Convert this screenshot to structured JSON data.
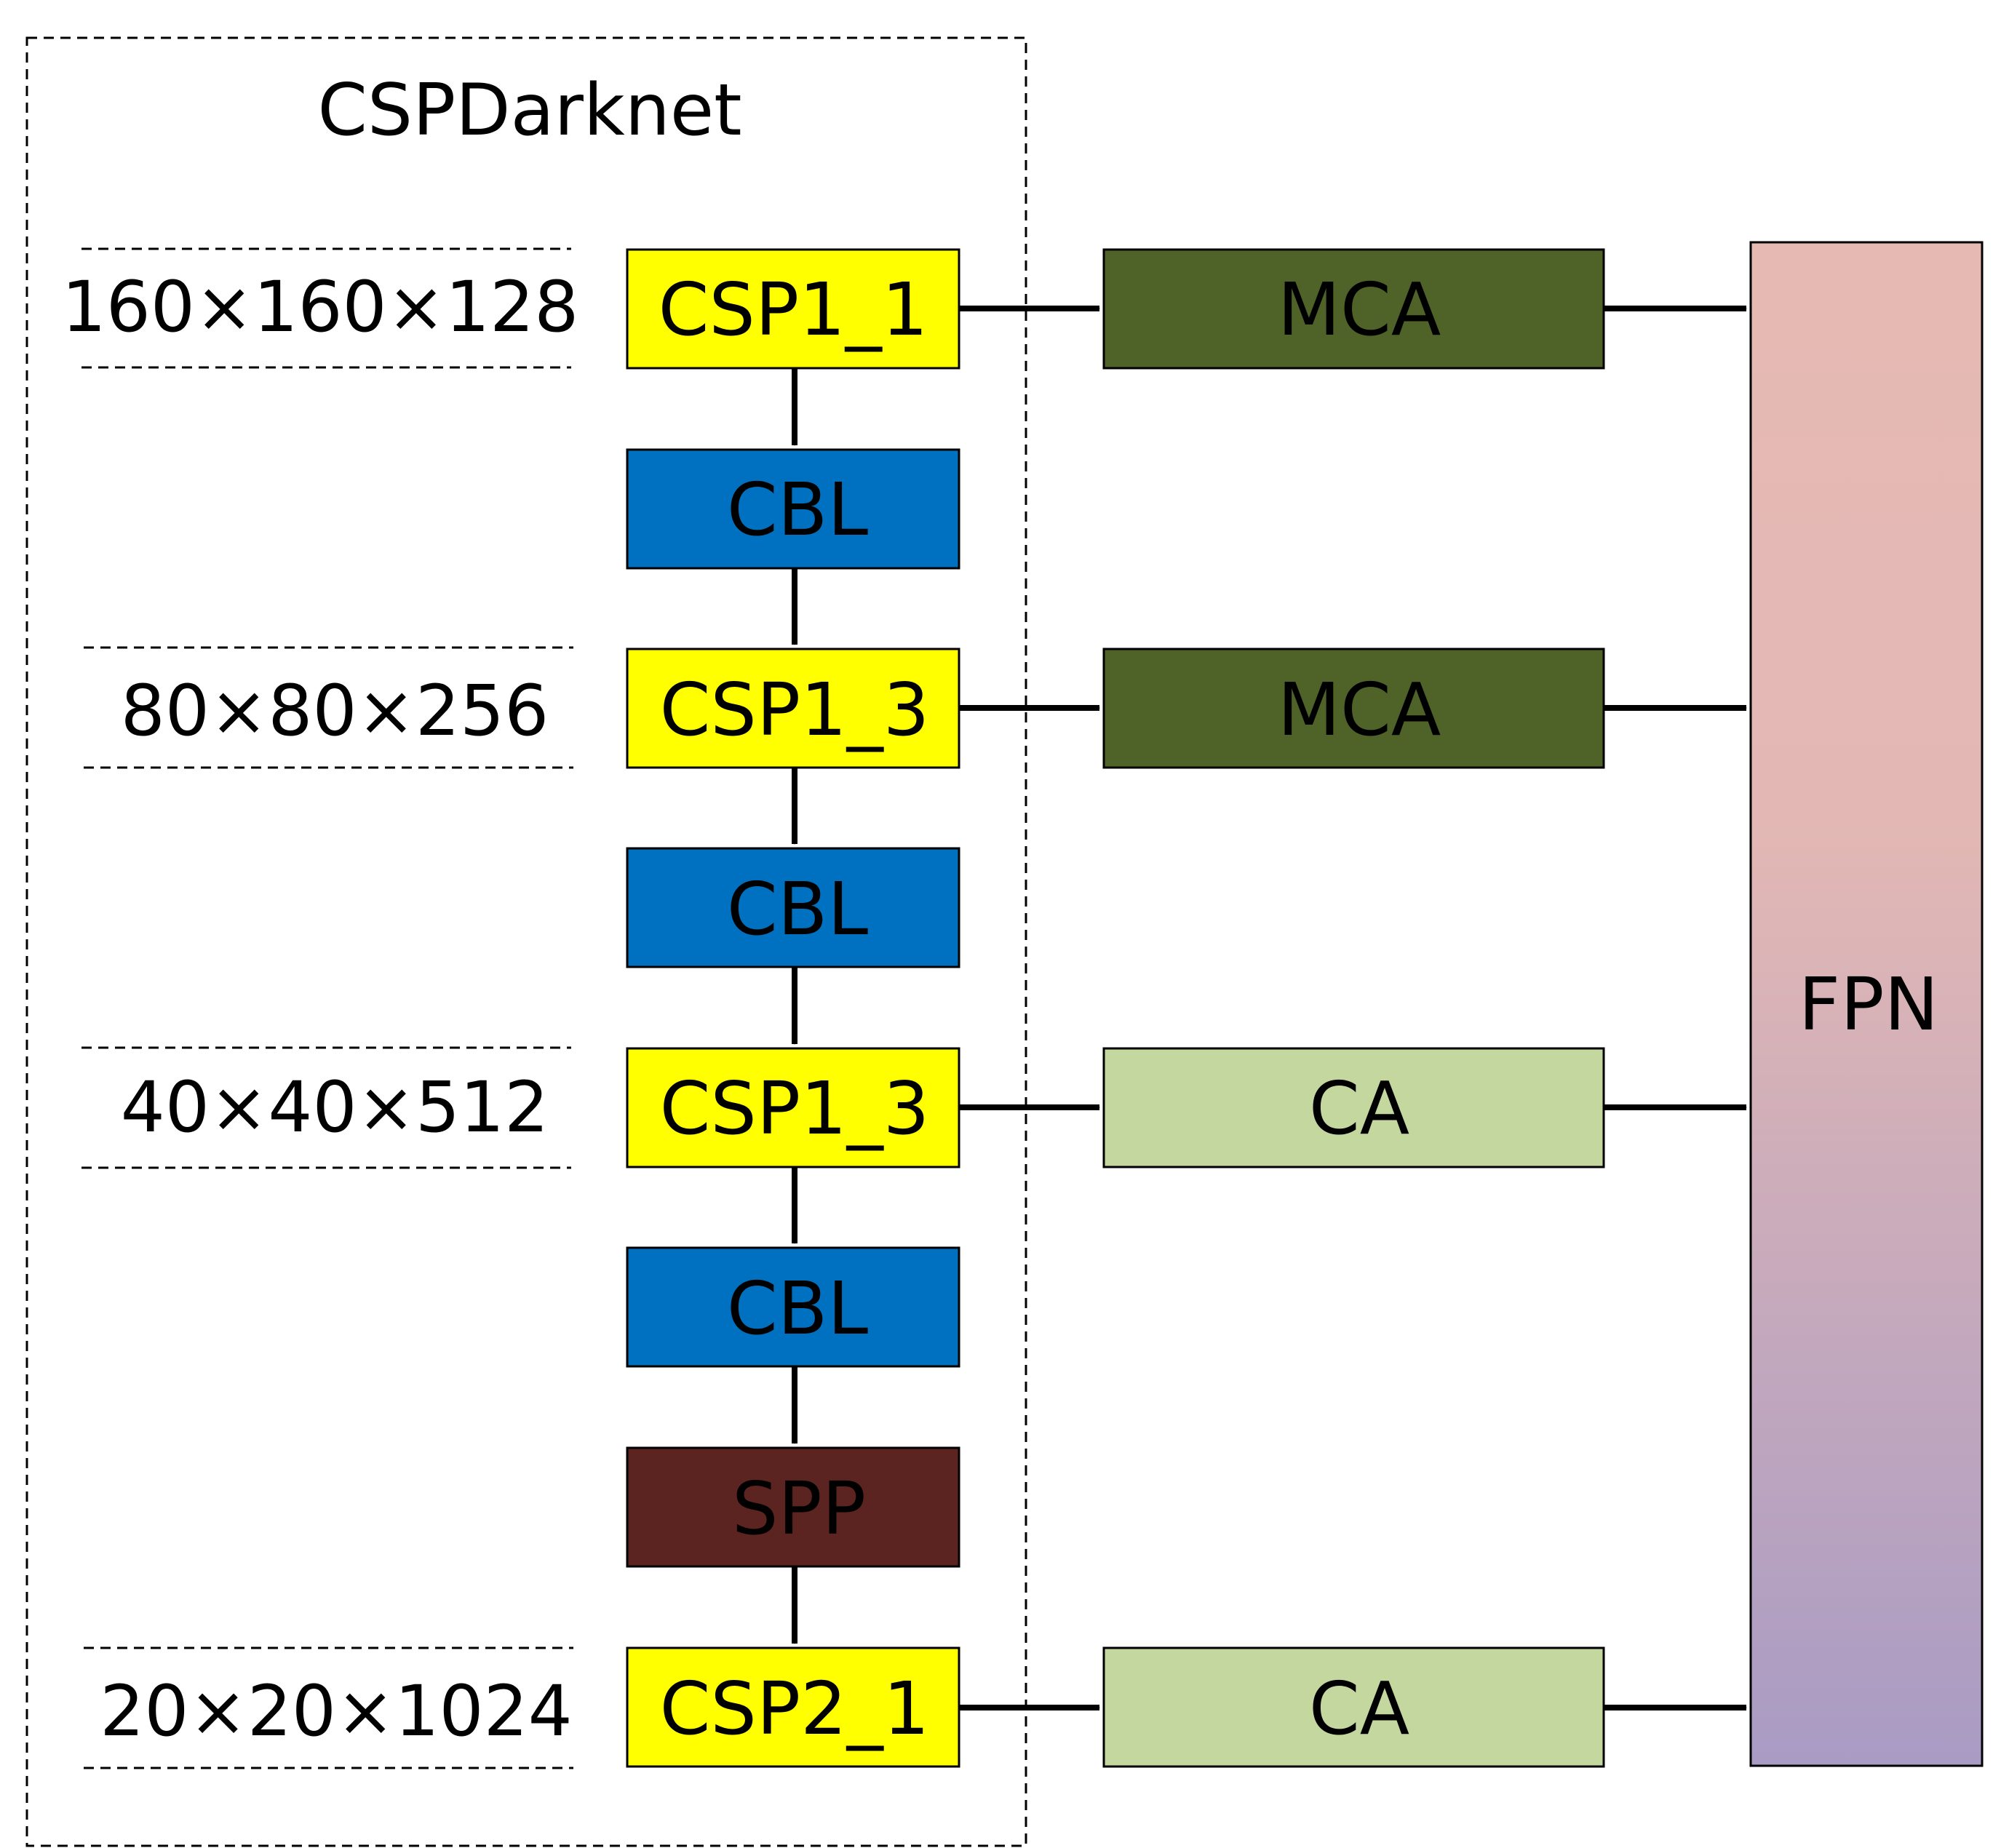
{
  "backbone": {
    "title": "CSPDarknet"
  },
  "dims": [
    {
      "label": "160×160×128"
    },
    {
      "label": "80×80×256"
    },
    {
      "label": "40×40×512"
    },
    {
      "label": "20×20×1024"
    }
  ],
  "backbone_blocks": [
    {
      "label": "CSP1_1",
      "color": "#FFFF00"
    },
    {
      "label": "CBL",
      "color": "#0070C0"
    },
    {
      "label": "CSP1_3",
      "color": "#FFFF00"
    },
    {
      "label": "CBL",
      "color": "#0070C0"
    },
    {
      "label": "CSP1_3",
      "color": "#FFFF00"
    },
    {
      "label": "CBL",
      "color": "#0070C0"
    },
    {
      "label": "SPP",
      "color": "#5C2420"
    },
    {
      "label": "CSP2_1",
      "color": "#FFFF00"
    }
  ],
  "attention_blocks": [
    {
      "label": "MCA",
      "color": "#4F6228"
    },
    {
      "label": "MCA",
      "color": "#4F6228"
    },
    {
      "label": "CA",
      "color": "#C4D79F"
    },
    {
      "label": "CA",
      "color": "#C4D79F"
    }
  ],
  "neck": {
    "label": "FPN",
    "gradient_top": "#E6B9B3",
    "gradient_bottom": "#A99BC4"
  }
}
